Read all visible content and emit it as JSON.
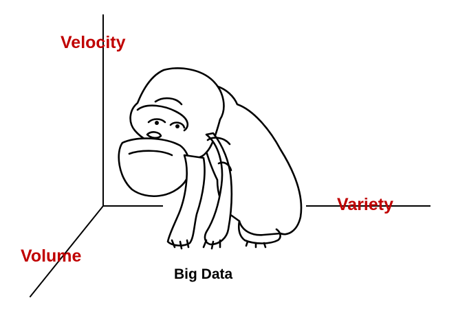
{
  "diagram": {
    "axes": {
      "velocity": "Velocity",
      "volume": "Volume",
      "variety": "Variety"
    },
    "caption": "Big Data",
    "illustration": "gorilla",
    "colors": {
      "axis_label": "#c00000",
      "caption": "#000000",
      "axis_line": "#000000"
    }
  }
}
